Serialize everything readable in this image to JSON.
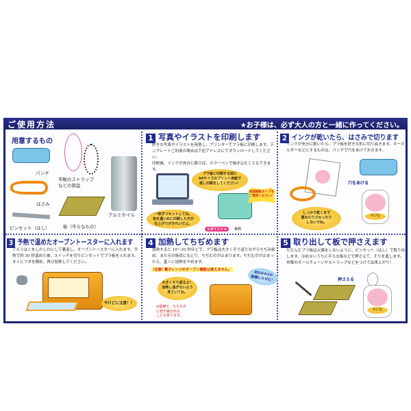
{
  "header": {
    "title": "ご使用方法",
    "notice": "★お子様は、必ず大人の方と一緒に作ってください。"
  },
  "materials": {
    "title": "用意するもの",
    "items": [
      "パンチ",
      "市販のストラップ\nなどの部品",
      "はさみ",
      "アルミホイル",
      "ピンセット（はし）",
      "板（平らなもの）"
    ]
  },
  "steps": [
    {
      "num": "1",
      "title": "写真やイラストを印刷します",
      "text": "好きな写真やイラストを用意し、プリンターでプラ板に印刷します。テンプレートご利用の場合は下記アドレスにてダウンロードしてください。\n印刷後、インクが充分に乾けば、カラーペンで描き込むこともできます。",
      "bubbles": [
        "プラ板に印刷する前に\nA4サイズのプリント用紙で\n試し印刷をしてください！",
        "一枚ずつセットしてね。\n色を濃いめに印刷した方が\n仕上がりがきれいだよ。"
      ],
      "burst": "背面給紙タイプを\nご使用ください！",
      "point": "★ポイント★",
      "point_ref": "参照"
    },
    {
      "num": "2",
      "title": "インクが乾いたら、はさみで切ります",
      "text": "インクが充分に乾いたら、プラ板を好きな形に切りぬきます。キーホルダーなどにするものは、パンチで穴をあけておきます。",
      "hole_label": "穴をあける",
      "bubble": "しっかり乾くまで\n重ねたりさわったり\nしないでね。",
      "tag": "れいな"
    },
    {
      "num": "3",
      "title": "予熱で温めたオーブントースターに入れます",
      "text": "アルミはくをしわしわにして裏返し、オーブントースターに入れます。予熱で約 30 秒温めた後、スイッチを切りピンセットでプラ板を入れます。すぐにフタを閉め、再び加熱してください。",
      "bubble": "やけどに注意！！"
    },
    {
      "num": "4",
      "title": "加熱してちぢめます",
      "text": "加熱すると 10～20 秒ほどで、プラ板は大きくそり返りながらちぢみ始め、また元の板状にもどり、ちぢむのが止まります。ちぢむのが止まったら、直ぐに加熱をやめます。",
      "warning": "!注意! 電子レンジのオーブン機能は使えません。",
      "bubble": "大きくそり返るよ！\n加熱し過ぎないよう\n見ていてね。",
      "shrink": "約5分の1の\n面積にちぢむ！",
      "note": "※縦横で、ちぢみ方\nに若干差が出る\nことがあります。"
    },
    {
      "num": "5",
      "title": "取り出して板で押さえます",
      "text": "ちぢんだプラ板は火傷をしないように、ピンセット（はし）で取り出します。冷めないうちに平らな板などで押さえて、そりを直します。市販のボールチェーンやストラップなどをつけて出来上がり！",
      "press_label": "押さえる",
      "tag": "れいな"
    }
  ],
  "colors": {
    "navy": "#1d2470",
    "accent": "#1f2a8c",
    "bubble": "#f1b81e"
  }
}
